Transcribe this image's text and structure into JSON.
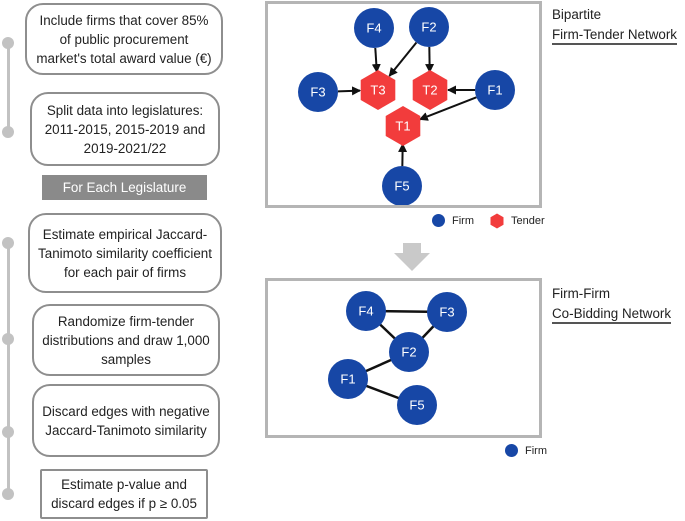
{
  "steps": [
    "Include firms that cover 85% of public procurement market's total award value (€)",
    "Split data into legislatures: 2011-2015, 2015-2019 and 2019-2021/22",
    "Estimate empirical Jaccard-Tanimoto similarity coefficient for each pair of firms",
    "Randomize firm-tender distributions and draw 1,000 samples",
    "Discard edges with negative Jaccard-Tanimoto similarity",
    "Estimate p-value and discard edges if p ≥ 0.05"
  ],
  "banner": "For Each Legislature",
  "bipartite": {
    "title_line1": "Bipartite",
    "title_line2": "Firm-Tender Network",
    "firms": [
      "F1",
      "F2",
      "F3",
      "F4",
      "F5"
    ],
    "tenders": [
      "T1",
      "T2",
      "T3"
    ],
    "edges": [
      [
        "F4",
        "T3"
      ],
      [
        "F2",
        "T3"
      ],
      [
        "F2",
        "T2"
      ],
      [
        "F3",
        "T3"
      ],
      [
        "F1",
        "T2"
      ],
      [
        "F1",
        "T1"
      ],
      [
        "F5",
        "T1"
      ]
    ],
    "legend": {
      "firm": "Firm",
      "tender": "Tender"
    }
  },
  "cobidding": {
    "title_line1": "Firm-Firm",
    "title_line2": "Co-Bidding Network",
    "nodes": [
      "F1",
      "F2",
      "F3",
      "F4",
      "F5"
    ],
    "edges": [
      [
        "F4",
        "F3"
      ],
      [
        "F4",
        "F2"
      ],
      [
        "F3",
        "F2"
      ],
      [
        "F2",
        "F1"
      ],
      [
        "F1",
        "F5"
      ]
    ],
    "legend": {
      "firm": "Firm"
    }
  },
  "colors": {
    "firm": "#1747a6",
    "tender": "#f23c3c",
    "arrow": "#c9c9c9"
  }
}
